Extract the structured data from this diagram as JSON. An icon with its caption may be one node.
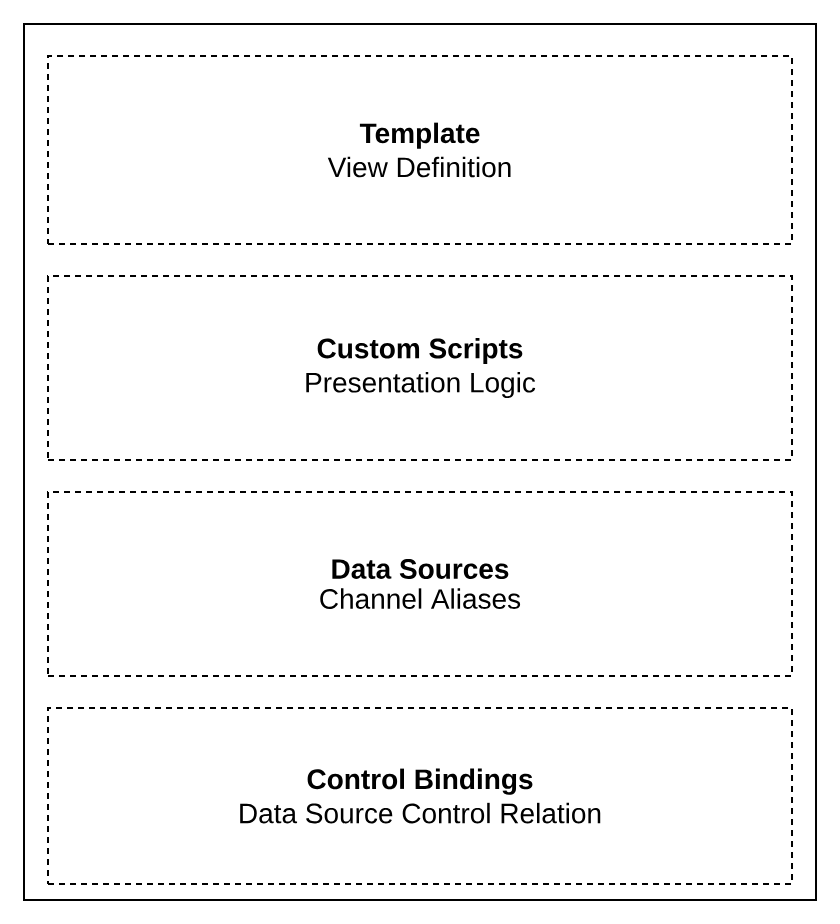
{
  "diagram": {
    "nodes": [
      {
        "text": [],
        "shape": "box"
      },
      {
        "text": [
          "Template",
          "View Definition"
        ],
        "in": 0
      },
      {
        "text": [
          "Custom Scripts",
          "Presentation Logic"
        ],
        "in": 0
      },
      {
        "text": [
          "Data Sources",
          "Channel Aliases"
        ],
        "in": 0
      },
      {
        "text": [
          "Control Bindings",
          "Data Source Control Relation"
        ],
        "in": 0
      }
    ]
  }
}
